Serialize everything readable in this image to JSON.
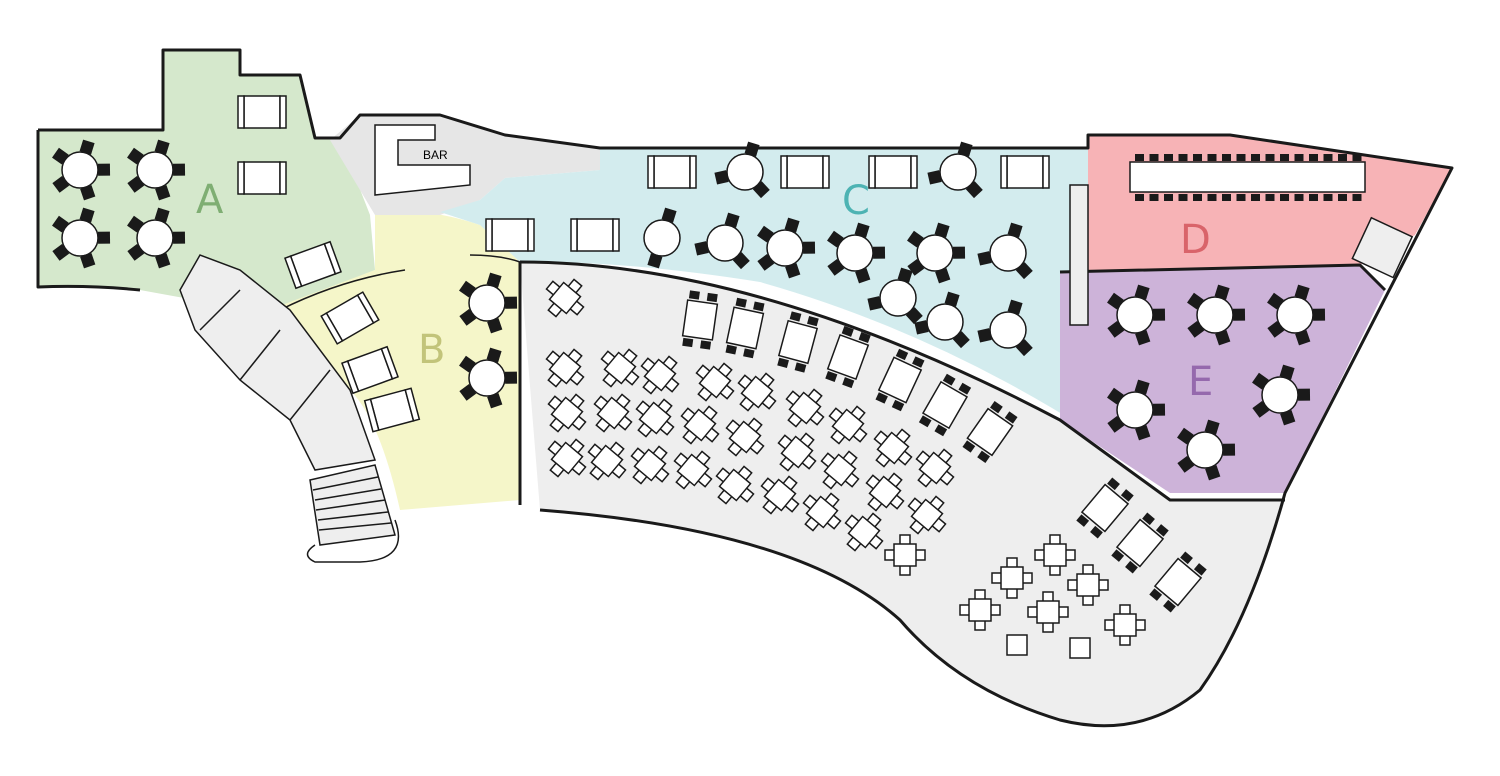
{
  "zones": [
    {
      "id": "A",
      "label": "A",
      "color": "#d5e8cc",
      "label_color": "#7fae73"
    },
    {
      "id": "B",
      "label": "B",
      "color": "#f5f6c9",
      "label_color": "#c2c47a"
    },
    {
      "id": "C",
      "label": "C",
      "color": "#d3ecee",
      "label_color": "#4db3b3"
    },
    {
      "id": "D",
      "label": "D",
      "color": "#f7b3b6",
      "label_color": "#d9646a"
    },
    {
      "id": "E",
      "label": "E",
      "color": "#cdb3d9",
      "label_color": "#9569ad"
    }
  ],
  "main_hall": {
    "color": "#eeeeee"
  },
  "bar": {
    "label": "BAR"
  }
}
